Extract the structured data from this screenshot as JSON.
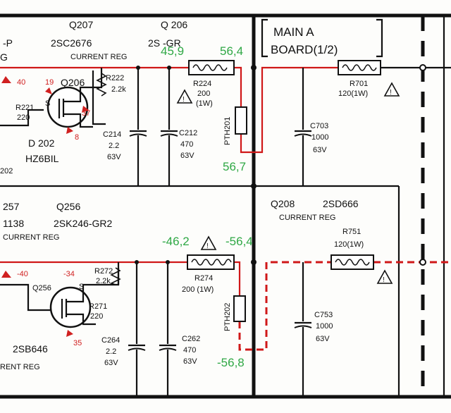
{
  "board_label": {
    "line1": "MAIN A",
    "line2": "BOARD(1/2)"
  },
  "top": {
    "q207": "Q207",
    "q207_part": "2SC2676",
    "q207_role": "CURRENT REG",
    "q206_hdr": "Q 206",
    "q206_hdr_part": "2S   -GR",
    "left_cut_p": "-P",
    "left_cut_g": "G",
    "q206": "Q206",
    "r222": "R222",
    "r222_val": "2.2k",
    "r221": "R221",
    "r221_val": "220",
    "d202": "D 202",
    "d202_part": "HZ6BIL",
    "left_cut_202": "202",
    "c214": "C214",
    "c214_v1": "2.2",
    "c214_v2": "63V",
    "c212": "C212",
    "c212_v1": "470",
    "c212_v2": "63V",
    "r224": "R224",
    "r224_v1": "200",
    "r224_v2": "(1W)",
    "pth201": "PTH201",
    "c703": "C703",
    "c703_v1": "1000",
    "c703_v2": "63V",
    "r701": "R701",
    "r701_v": "120(1W)",
    "pin_s": "S",
    "red_40": "40",
    "red_19": "19",
    "red_37": "37",
    "red_8": "8",
    "v_459": "45,9",
    "v_564": "56,4",
    "v_567": "56,7"
  },
  "bottom": {
    "left_257": "257",
    "left_1138": "1138",
    "left_reg": "CURRENT REG",
    "q256_hdr": "Q256",
    "q256_part": "2SK246-GR2",
    "q208": "Q208",
    "q208_part": "2SD666",
    "q208_role": "CURRENT REG",
    "q256": "Q256",
    "r272": "R272",
    "r272_val": "2.2k",
    "r271": "R271",
    "r271_val": "220",
    "c264": "C264",
    "c264_v1": "2.2",
    "c264_v2": "63V",
    "c262": "C262",
    "c262_v1": "470",
    "c262_v2": "63V",
    "r274": "R274",
    "r274_v": "200 (1W)",
    "pth202": "PTH202",
    "c753": "C753",
    "c753_v1": "1000",
    "c753_v2": "63V",
    "r751": "R751",
    "r751_v": "120(1W)",
    "sb646": "2SB646",
    "left_reg2": "RENT REG",
    "pin_s": "S",
    "red_40": "-40",
    "red_34": "-34",
    "red_35": "35",
    "v_462": "-46,2",
    "v_564": "-56,4",
    "v_568": "-56,8"
  },
  "colors": {
    "trace": "#d01818",
    "measure": "#2fa845",
    "ink": "#111111"
  }
}
